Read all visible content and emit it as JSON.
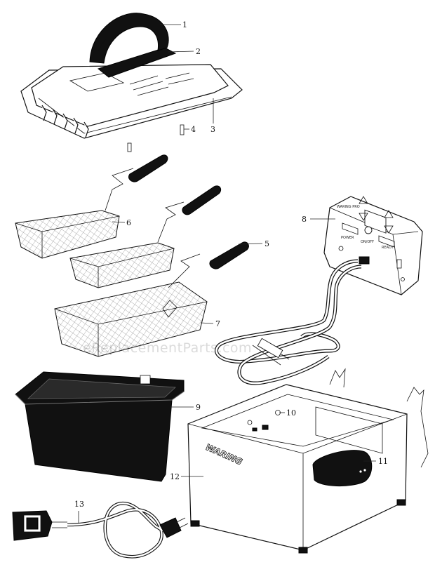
{
  "diagram": {
    "watermark": "eReplacementParts.com",
    "brand_mark": "WARING",
    "panel_brand": "WARING PRO",
    "panel_labels": [
      "POWER",
      "ON/OFF",
      "READY"
    ],
    "parts": [
      {
        "number": "1",
        "part": "lid handle"
      },
      {
        "number": "2",
        "part": "handle mount"
      },
      {
        "number": "3",
        "part": "lid"
      },
      {
        "number": "4",
        "part": "screw"
      },
      {
        "number": "5",
        "part": "basket handle"
      },
      {
        "number": "6",
        "part": "small basket"
      },
      {
        "number": "7",
        "part": "large basket"
      },
      {
        "number": "8",
        "part": "control panel with heating element"
      },
      {
        "number": "9",
        "part": "oil reservoir"
      },
      {
        "number": "10",
        "part": "screw"
      },
      {
        "number": "11",
        "part": "side handle"
      },
      {
        "number": "12",
        "part": "housing"
      },
      {
        "number": "13",
        "part": "power cord"
      }
    ]
  }
}
